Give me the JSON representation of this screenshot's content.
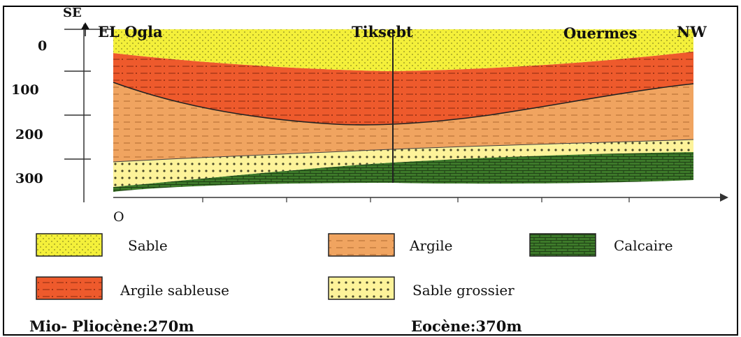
{
  "header": {
    "se": "SE",
    "nw": "NW",
    "locations": [
      "EL Ogla",
      "Tiksebt",
      "Ouermes"
    ]
  },
  "depth_axis": {
    "ticks": [
      "0",
      "100",
      "200",
      "300"
    ]
  },
  "distance_axis": {
    "origin": "O"
  },
  "legend": {
    "sable": "Sable",
    "argile": "Argile",
    "calcaire": "Calcaire",
    "argile_sableuse": "Argile sableuse",
    "sable_grossier": "Sable grossier"
  },
  "ages": {
    "mio_pliocene": "Mio- Pliocène:270m",
    "eocene": "Eocène:370m"
  },
  "colors": {
    "sable": "#f4f03a",
    "argile": "#f0a460",
    "argile_sableuse": "#ee5a2c",
    "sable_grossier": "#fdf39a",
    "calcaire": "#3d7a2a"
  }
}
